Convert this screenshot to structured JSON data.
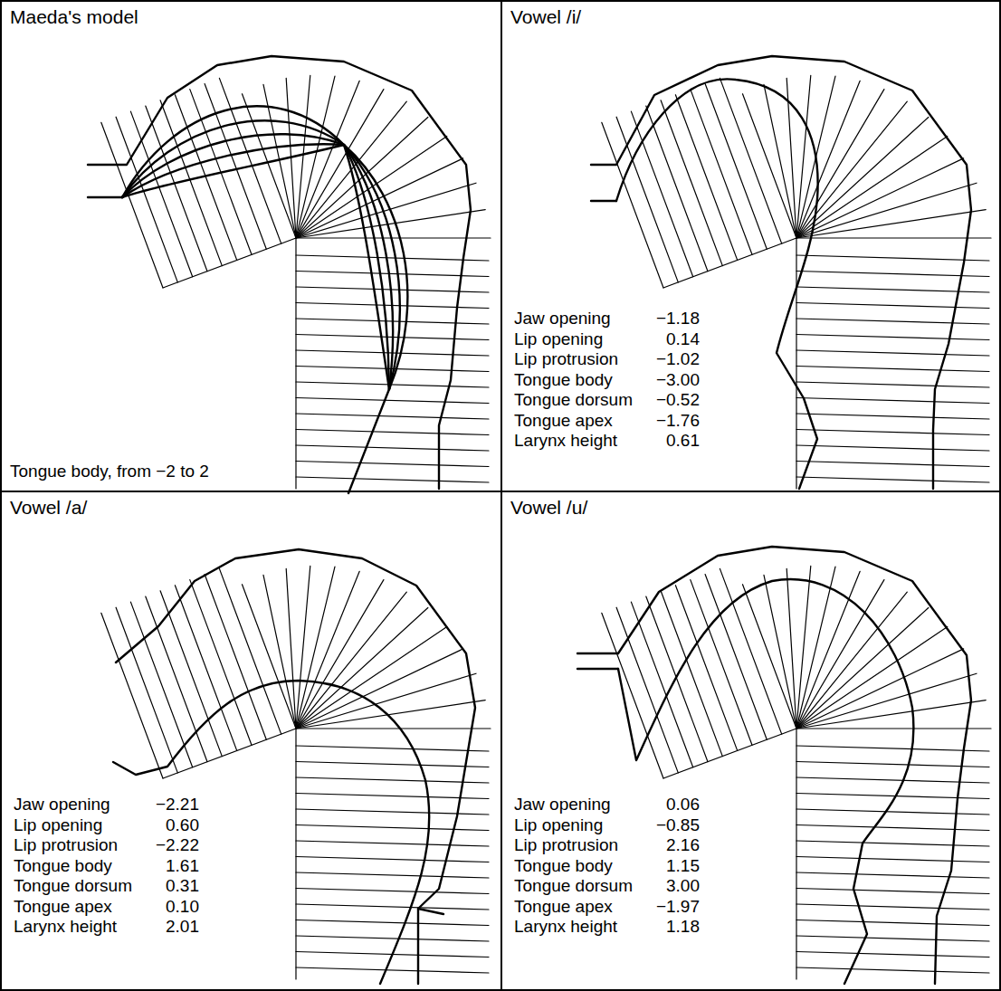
{
  "diagram": {
    "nodes": [
      {
        "text": [
          "Maeda's model",
          "Tongue body, from −2 to 2"
        ]
      },
      {
        "text": [
          "Vowel /i/",
          "Jaw opening",
          "−1.18",
          "Lip opening",
          "0.14",
          "Lip protrusion",
          "−1.02",
          "Tongue body",
          "−3.00",
          "Tongue dorsum",
          "−0.52",
          "Tongue apex",
          "−1.76",
          "Larynx height",
          "0.61"
        ]
      },
      {
        "text": [
          "Vowel /a/",
          "Jaw opening",
          "−2.21",
          "Lip opening",
          "0.60",
          "Lip protrusion",
          "−2.22",
          "Tongue body",
          "1.61",
          "Tongue dorsum",
          "0.31",
          "Tongue apex",
          "0.10",
          "Larynx height",
          "2.01"
        ]
      },
      {
        "text": [
          "Vowel /u/",
          "Jaw opening",
          "0.06",
          "Lip opening",
          "−0.85",
          "Lip protrusion",
          "2.16",
          "Tongue body",
          "1.15",
          "Tongue dorsum",
          "3.00",
          "Tongue apex",
          "−1.97",
          "Larynx height",
          "1.18"
        ]
      }
    ]
  }
}
